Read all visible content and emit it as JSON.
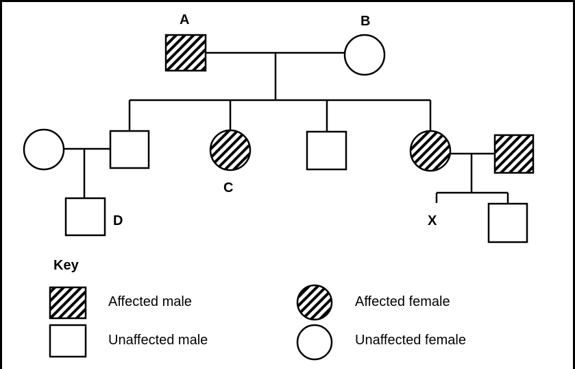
{
  "labels": {
    "A": "A",
    "B": "B",
    "C": "C",
    "D": "D",
    "X": "X"
  },
  "key": {
    "title": "Key",
    "affected_male": "Affected male",
    "unaffected_male": "Unaffected male",
    "affected_female": "Affected female",
    "unaffected_female": "Unaffected female"
  },
  "colors": {
    "line": "#000000",
    "background": "#ffffff"
  }
}
